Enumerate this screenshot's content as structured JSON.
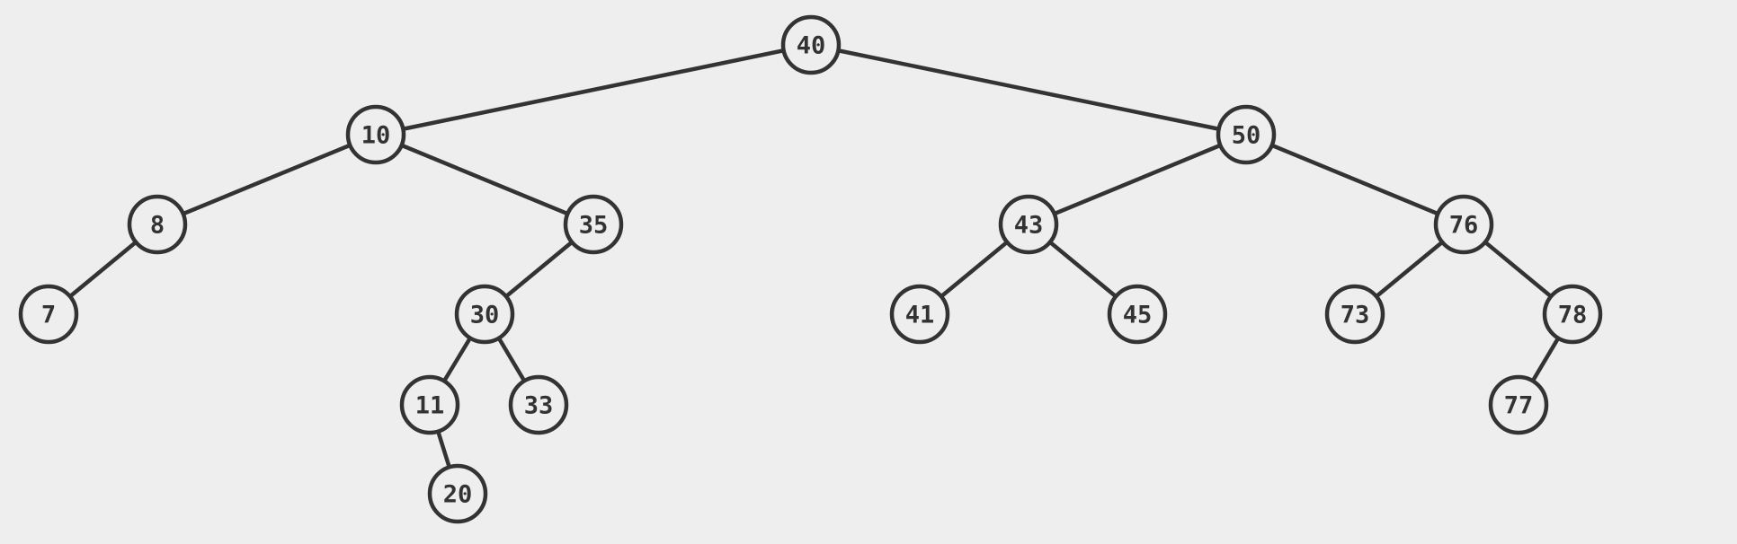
{
  "colors": {
    "background": "#eeeeee",
    "stroke": "#333333",
    "text": "#333333"
  },
  "tree": {
    "nodes": [
      {
        "id": "n40",
        "label": "40"
      },
      {
        "id": "n10",
        "label": "10"
      },
      {
        "id": "n50",
        "label": "50"
      },
      {
        "id": "n8",
        "label": "8"
      },
      {
        "id": "n35",
        "label": "35"
      },
      {
        "id": "n43",
        "label": "43"
      },
      {
        "id": "n76",
        "label": "76"
      },
      {
        "id": "n7",
        "label": "7"
      },
      {
        "id": "n30",
        "label": "30"
      },
      {
        "id": "n41",
        "label": "41"
      },
      {
        "id": "n45",
        "label": "45"
      },
      {
        "id": "n73",
        "label": "73"
      },
      {
        "id": "n78",
        "label": "78"
      },
      {
        "id": "n11",
        "label": "11"
      },
      {
        "id": "n33",
        "label": "33"
      },
      {
        "id": "n77",
        "label": "77"
      },
      {
        "id": "n20",
        "label": "20"
      }
    ],
    "edges": [
      [
        "n40",
        "n10"
      ],
      [
        "n40",
        "n50"
      ],
      [
        "n10",
        "n8"
      ],
      [
        "n10",
        "n35"
      ],
      [
        "n8",
        "n7"
      ],
      [
        "n35",
        "n30"
      ],
      [
        "n30",
        "n11"
      ],
      [
        "n30",
        "n33"
      ],
      [
        "n11",
        "n20"
      ],
      [
        "n50",
        "n43"
      ],
      [
        "n50",
        "n76"
      ],
      [
        "n43",
        "n41"
      ],
      [
        "n43",
        "n45"
      ],
      [
        "n76",
        "n73"
      ],
      [
        "n76",
        "n78"
      ],
      [
        "n78",
        "n77"
      ]
    ]
  }
}
